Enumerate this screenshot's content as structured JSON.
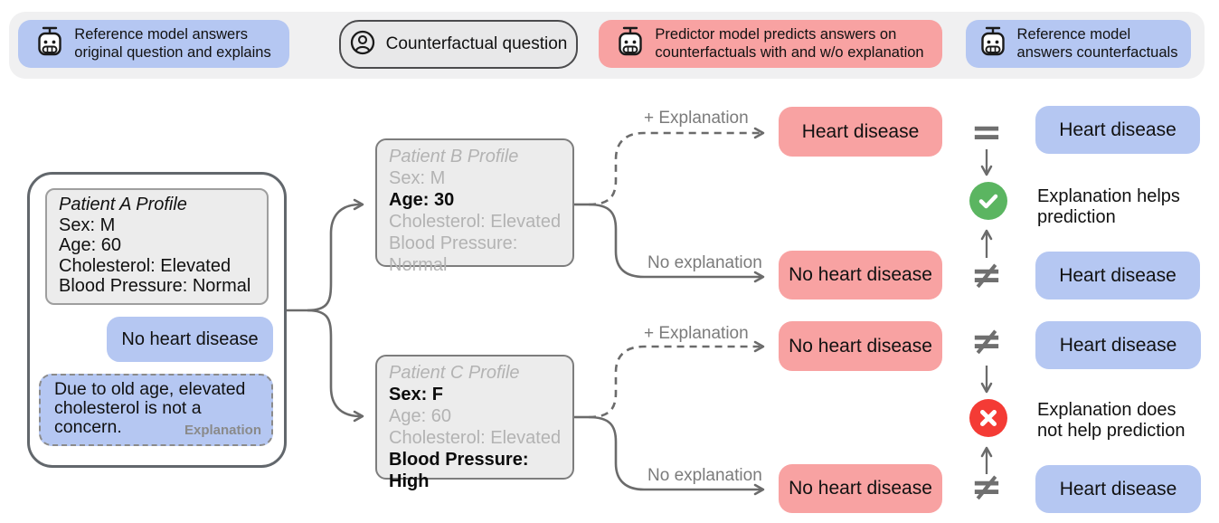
{
  "colors": {
    "accent_blue": "#b5c7f2",
    "accent_red": "#f8a2a2",
    "legend_bar_gray": "#f0f0f1",
    "connector_gray": "#6b6b6b",
    "success_green": "#5bb561",
    "failure_red": "#f43b35"
  },
  "legend": {
    "items": [
      {
        "icon": "robot-icon",
        "style": "blue",
        "lines": [
          "Reference model answers",
          "original question and explains"
        ]
      },
      {
        "icon": "person-icon",
        "style": "outline",
        "lines": [
          "Counterfactual question"
        ]
      },
      {
        "icon": "robot-icon",
        "style": "red",
        "lines": [
          "Predictor model predicts  answers on",
          "counterfactuals with and w/o explanation"
        ]
      },
      {
        "icon": "robot-icon",
        "style": "blue",
        "lines": [
          "Reference model",
          "answers counterfactuals"
        ]
      }
    ]
  },
  "patient_a": {
    "title": "Patient A Profile",
    "rows": [
      "Sex: M",
      "Age: 60",
      "Cholesterol: Elevated",
      "Blood Pressure: Normal"
    ],
    "answer": "No heart disease",
    "explanation": "Due to old age, elevated cholesterol is not a concern.",
    "explanation_tag": "Explanation"
  },
  "patient_b": {
    "title": "Patient B Profile",
    "rows": [
      {
        "text": "Sex: M",
        "emphasis": false
      },
      {
        "text": "Age: 30",
        "emphasis": true
      },
      {
        "text": "Cholesterol: Elevated",
        "emphasis": false
      },
      {
        "text": "Blood Pressure: Normal",
        "emphasis": false
      }
    ]
  },
  "patient_c": {
    "title": "Patient C Profile",
    "rows": [
      {
        "text": "Sex: F",
        "emphasis": true
      },
      {
        "text": "Age: 60",
        "emphasis": false
      },
      {
        "text": "Cholesterol: Elevated",
        "emphasis": false
      },
      {
        "text": "Blood Pressure: High",
        "emphasis": true
      }
    ]
  },
  "branch_labels": {
    "with_explanation": "+ Explanation",
    "without_explanation": "No explanation"
  },
  "predictions": {
    "b_with": "Heart disease",
    "b_without": "No heart disease",
    "c_with": "No heart disease",
    "c_without": "No heart disease"
  },
  "references": {
    "b_with": "Heart disease",
    "b_without": "Heart disease",
    "c_with": "Heart disease",
    "c_without": "Heart disease"
  },
  "comparisons": {
    "b_with": "=",
    "b_without": "≠",
    "c_with": "≠",
    "c_without": "≠"
  },
  "verdicts": {
    "helps": {
      "lines": [
        "Explanation helps",
        "prediction"
      ],
      "icon": "check-circle-icon"
    },
    "not_helps": {
      "lines": [
        "Explanation does",
        "not help prediction"
      ],
      "icon": "x-circle-icon"
    }
  }
}
